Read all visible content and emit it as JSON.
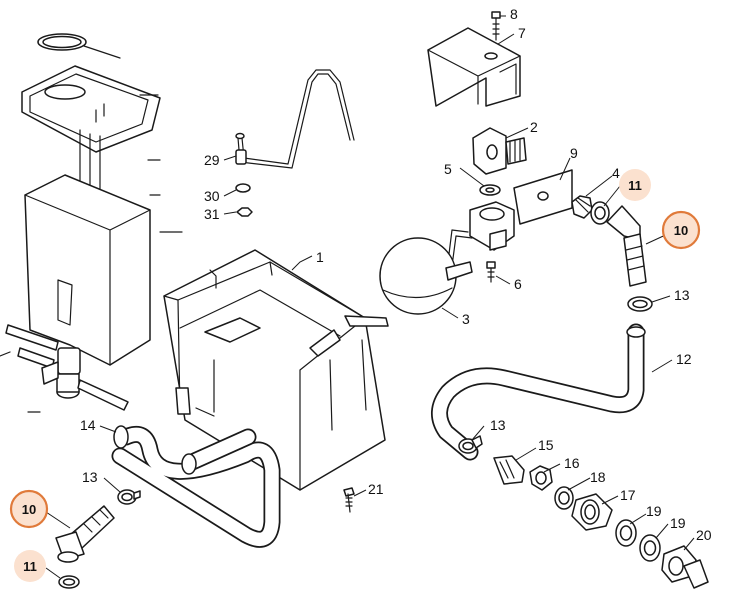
{
  "colors": {
    "line": "#1a1a1a",
    "highlight_ring": "#e07a3a",
    "highlight_fill": "#fbe1cf"
  },
  "callouts": {
    "c1": "1",
    "c2": "2",
    "c3": "3",
    "c4": "4",
    "c5": "5",
    "c6": "6",
    "c7": "7",
    "c8": "8",
    "c9": "9",
    "c12": "12",
    "c13a": "13",
    "c13b": "13",
    "c13c": "13",
    "c14": "14",
    "c15": "15",
    "c16": "16",
    "c17": "17",
    "c18": "18",
    "c19a": "19",
    "c19b": "19",
    "c20": "20",
    "c21": "21",
    "c29": "29",
    "c30": "30",
    "c31": "31",
    "c11d": "11"
  },
  "highlights": {
    "h10_top": "10",
    "h11_top": "11",
    "h10_bottom": "10",
    "h11_bottom": "11"
  }
}
